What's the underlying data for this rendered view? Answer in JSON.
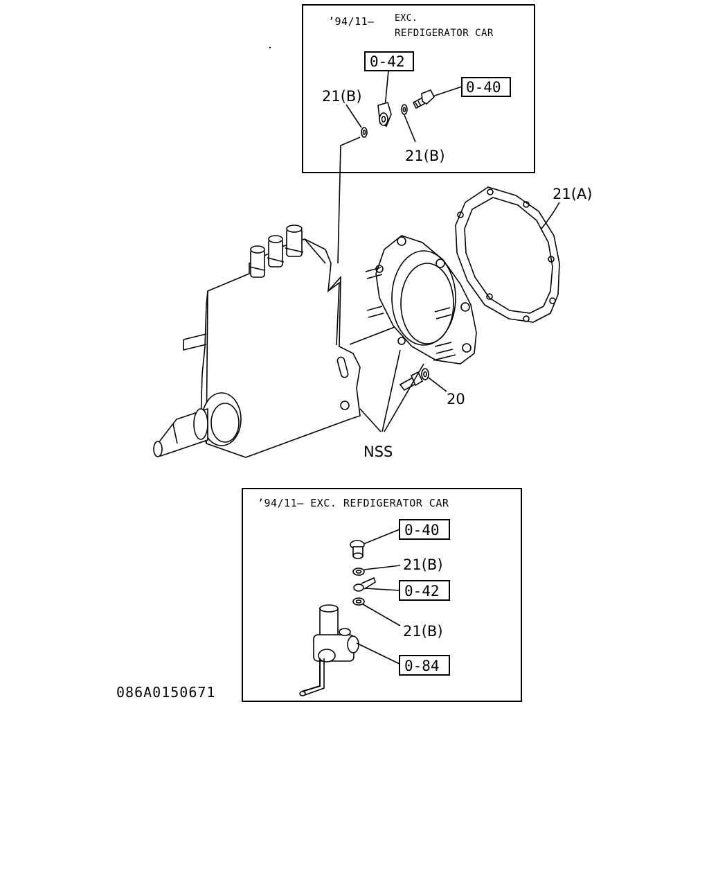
{
  "top_inset": {
    "date_label": "’94/11–",
    "note_line1": "EXC.",
    "note_line2": "REFDIGERATOR CAR",
    "ref_0_42": "0-42",
    "ref_0_40": "0-40",
    "label_21b_left": "21(B)",
    "label_21b_bottom": "21(B)"
  },
  "main": {
    "label_21a": "21(A)",
    "label_20": "20",
    "label_nss": "NSS"
  },
  "bottom_inset": {
    "caption": "’94/11– EXC. REFDIGERATOR CAR",
    "ref_0_40": "0-40",
    "label_21b_top": "21(B)",
    "ref_0_42": "0-42",
    "label_21b_bottom": "21(B)",
    "ref_0_84": "0-84"
  },
  "drawing_code": "086A0150671"
}
